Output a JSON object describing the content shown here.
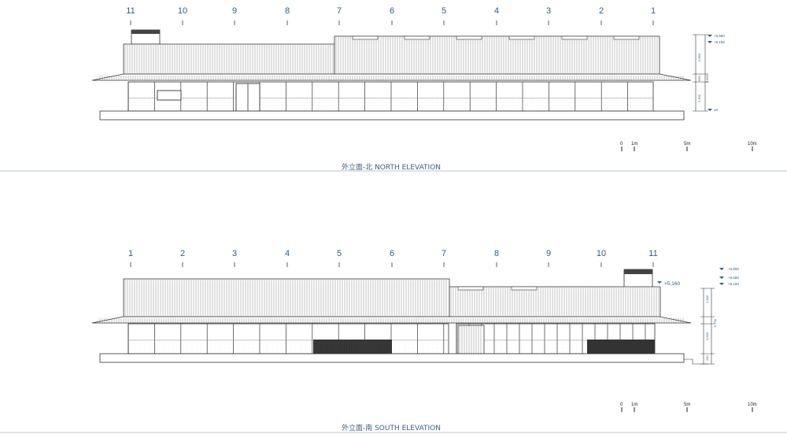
{
  "north_elevation": {
    "caption": "外立面-北 NORTH ELEVATION",
    "grid_labels": [
      "11",
      "10",
      "9",
      "8",
      "7",
      "6",
      "5",
      "4",
      "3",
      "2",
      "1"
    ],
    "levels": [
      "+5,550",
      "+5,160",
      "±0"
    ],
    "dimensions": [
      "2,580",
      "600",
      "5,650",
      "2,300"
    ]
  },
  "south_elevation": {
    "caption": "外立面-南 SOUTH ELEVATION",
    "grid_labels": [
      "1",
      "2",
      "3",
      "4",
      "5",
      "6",
      "7",
      "8",
      "9",
      "10",
      "11"
    ],
    "roof_level": "+5,160",
    "levels": [
      "+6,500",
      "+5,550",
      "+5,160"
    ],
    "dimensions": [
      "2,580",
      "5,700",
      "3,000",
      "200"
    ]
  },
  "scale_bar": [
    "0",
    "1m",
    "5m",
    "10m"
  ],
  "colors": {
    "annotation": "#2d5d8a",
    "line": "#333333",
    "divider": "#9fb4cc"
  }
}
